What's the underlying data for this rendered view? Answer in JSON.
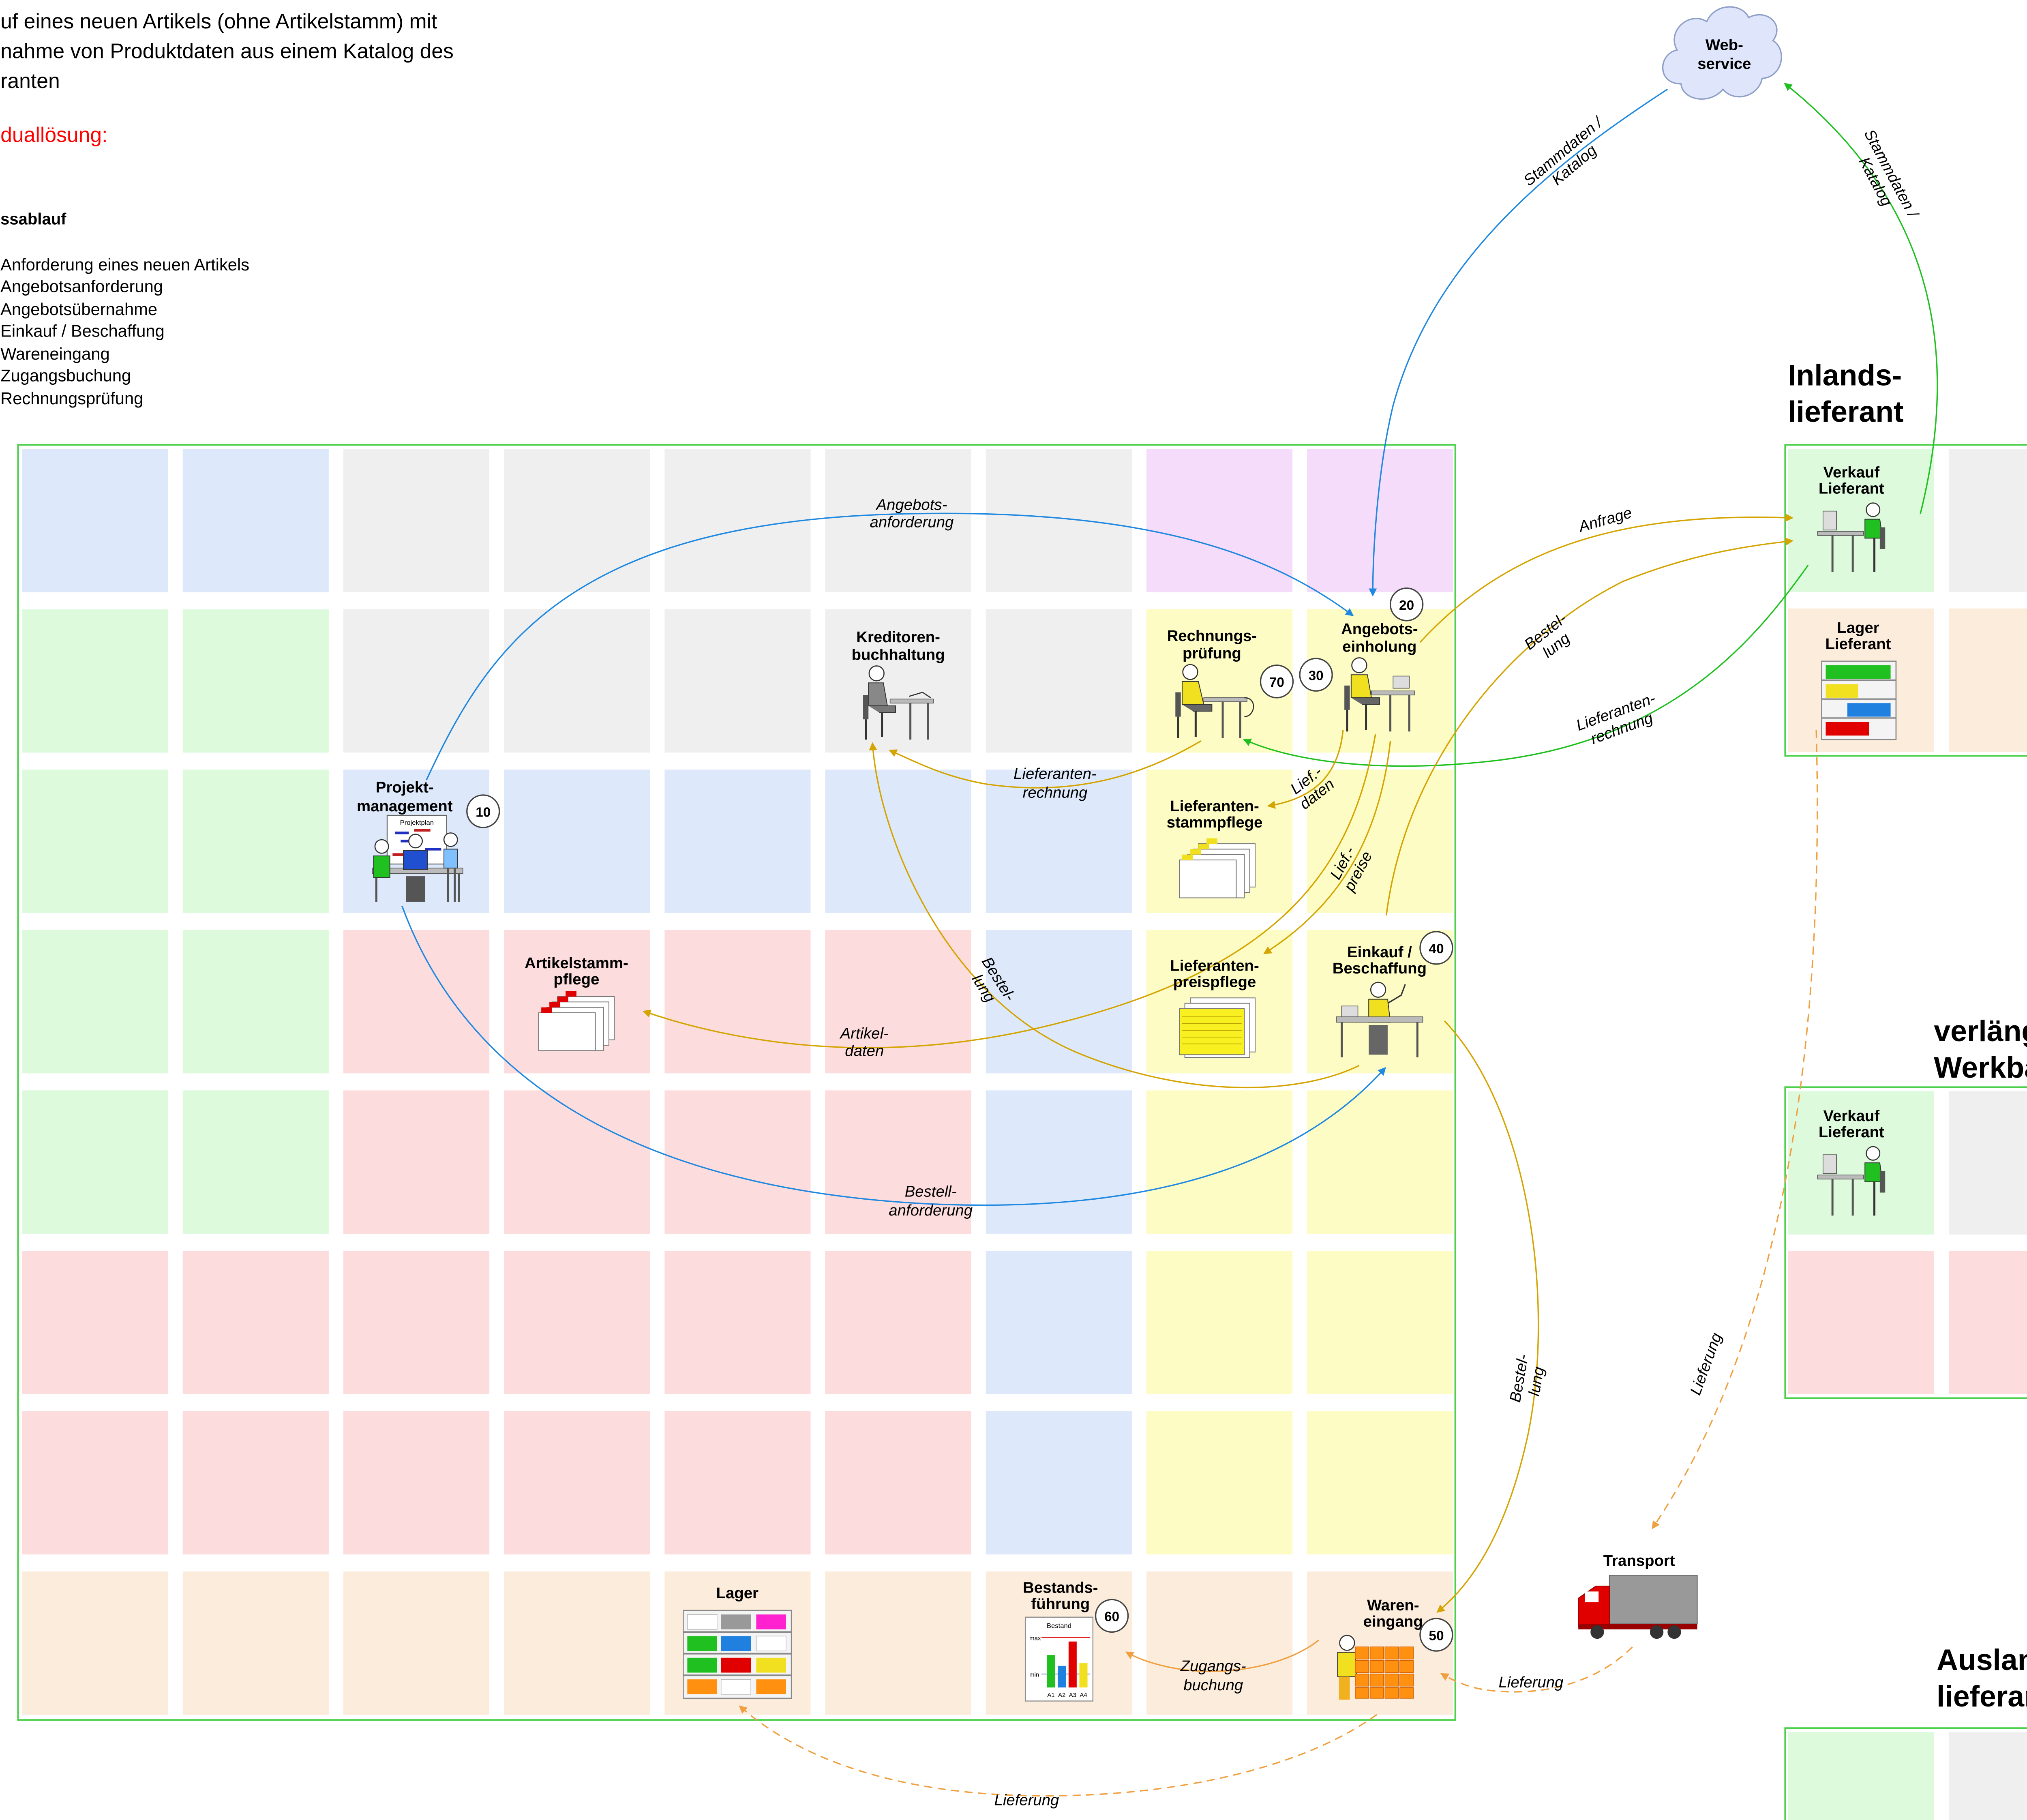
{
  "intro": {
    "lines": [
      "uf eines neuen Artikels (ohne Artikelstamm) mit",
      "nahme von Produktdaten aus einem Katalog des",
      "ranten"
    ],
    "subtitle": "duallösung:",
    "process_heading": "ssablauf",
    "steps": [
      "Anforderung eines neuen Artikels",
      "Angebotsanforderung",
      "Angebotsübernahme",
      "Einkauf / Beschaffung",
      "Wareneingang",
      "Zugangsbuchung",
      "Rechnungsprüfung"
    ]
  },
  "colors": {
    "blue": "#dde8fa",
    "green": "#ddfadd",
    "gray": "#efefef",
    "purple": "#f5dcfa",
    "yellow": "#fcfcc4",
    "red": "#fcdcdc",
    "peach": "#fcecdc",
    "frame": "#4cd04c",
    "flow_blue": "#1f88e0",
    "flow_green": "#20c020",
    "flow_gold": "#d4a400",
    "flow_orange": "#f0a040"
  },
  "webservice": {
    "label_1": "Web-",
    "label_2": "service"
  },
  "stations": {
    "projektmanagement": {
      "l1": "Projekt-",
      "l2": "management",
      "badge": "10",
      "plan_label": "Projektplan"
    },
    "kreditoren": {
      "l1": "Kreditoren-",
      "l2": "buchhaltung"
    },
    "rechnungspruefung": {
      "l1": "Rechnungs-",
      "l2": "prüfung",
      "badge": "70"
    },
    "angebotseinholung": {
      "l1": "Angebots-",
      "l2": "einholung",
      "badge_top": "20",
      "badge_side": "30"
    },
    "lief_stammpflege": {
      "l1": "Lieferanten-",
      "l2": "stammpflege"
    },
    "artikelstammpflege": {
      "l1": "Artikelstamm-",
      "l2": "pflege"
    },
    "lief_preispflege": {
      "l1": "Lieferanten-",
      "l2": "preispflege"
    },
    "einkauf": {
      "l1": "Einkauf /",
      "l2": "Beschaffung",
      "badge": "40"
    },
    "lager": {
      "l1": "Lager"
    },
    "bestandsfuehrung": {
      "l1": "Bestands-",
      "l2": "führung",
      "badge": "60",
      "chart_title": "Bestand",
      "max_label": "max",
      "min_label": "min",
      "cols": [
        "A1",
        "A2",
        "A3",
        "A4"
      ]
    },
    "wareneingang": {
      "l1": "Waren-",
      "l2": "eingang",
      "badge": "50"
    },
    "transport": {
      "l1": "Transport"
    }
  },
  "suppliers": {
    "inland": {
      "h1": "Inlands-",
      "h2": "lieferant",
      "verkauf_1": "Verkauf",
      "verkauf_2": "Lieferant",
      "lager_1": "Lager",
      "lager_2": "Lieferant"
    },
    "werkbank": {
      "h1": "verlängerte",
      "h2": "Werkbank",
      "verkauf_1": "Verkauf",
      "verkauf_2": "Lieferant"
    },
    "ausland": {
      "h1": "Auslands-",
      "h2": "lieferant"
    }
  },
  "flows": {
    "angebotsanforderung": {
      "l1": "Angebots-",
      "l2": "anforderung"
    },
    "stammdaten_left": {
      "l1": "Stammdaten /",
      "l2": "Katalog"
    },
    "stammdaten_right": {
      "l1": "Stammdaten /",
      "l2": "Katalog"
    },
    "anfrage": {
      "l1": "Anfrage"
    },
    "bestellung_inland": {
      "l1": "Bestel-",
      "l2": "lung"
    },
    "lieferantenrechnung_green": {
      "l1": "Lieferanten-",
      "l2": "rechnung"
    },
    "lieferantenrechnung_gold": {
      "l1": "Lieferanten-",
      "l2": "rechnung"
    },
    "lief_daten": {
      "l1": "Lief.-",
      "l2": "daten"
    },
    "lief_preise": {
      "l1": "Lief.-",
      "l2": "preise"
    },
    "artikeldaten": {
      "l1": "Artikel-",
      "l2": "daten"
    },
    "bestellung_kred": {
      "l1": "Bestel-",
      "l2": "lung"
    },
    "bestellanforderung": {
      "l1": "Bestell-",
      "l2": "anforderung"
    },
    "bestellung_we": {
      "l1": "Bestel-",
      "l2": "lung"
    },
    "lieferung_ausland": {
      "l1": "Lieferung"
    },
    "lieferung_transport": {
      "l1": "Lieferung"
    },
    "zugangsbuchung": {
      "l1": "Zugangs-",
      "l2": "buchung"
    },
    "lieferung_lager": {
      "l1": "Lieferung"
    }
  }
}
